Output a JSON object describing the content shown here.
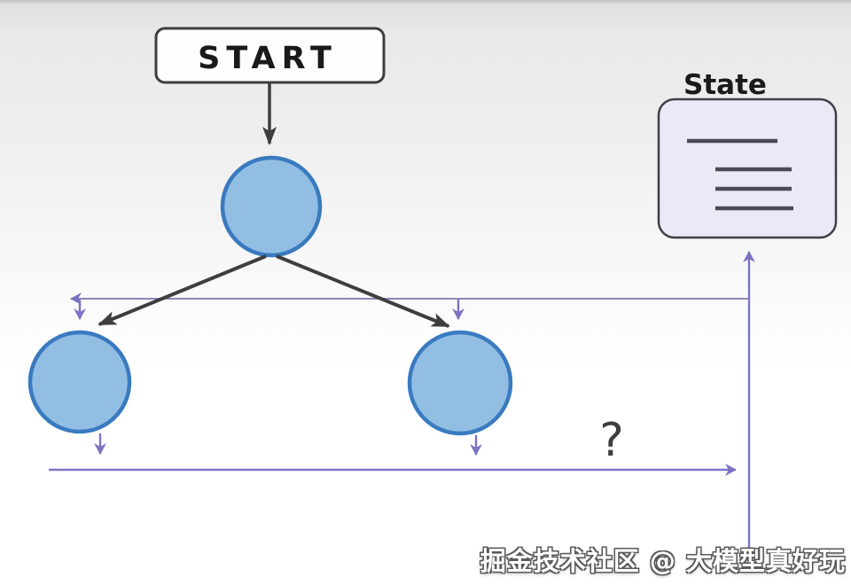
{
  "page": {
    "type": "flow-diagram-video-frame"
  },
  "diagram": {
    "start_label": "START",
    "state_label": "State",
    "question_label": "?"
  },
  "watermark": {
    "text": "掘金技术社区 @ 大模型真好玩"
  },
  "colors": {
    "node-fill": "#92bee4",
    "node-border": "#3a7abf",
    "dark": "#3e3e3e",
    "purple": "#8e87b5",
    "purple-strong": "#7b74c4",
    "state-fill": "#eae9f6",
    "state-border": "#3f3f48",
    "state-line": "#4a4a58",
    "text-dark": "#1a1a1a",
    "watermark-fill": "#ffffff",
    "watermark-outline": "#5a5a5a"
  }
}
